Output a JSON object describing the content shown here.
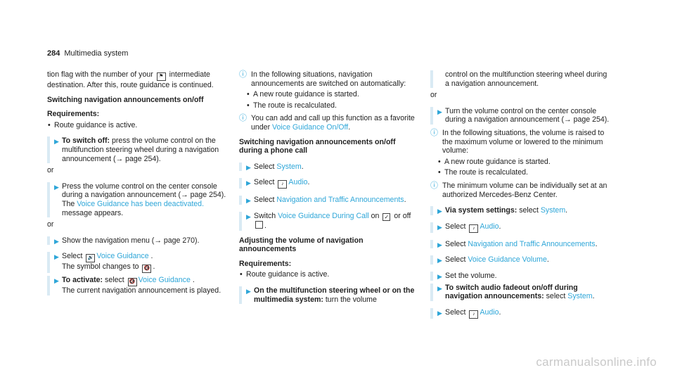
{
  "header": {
    "page_number": "284",
    "section": "Multimedia system"
  },
  "col1": {
    "intro1": "tion flag with the number of your ",
    "intro2": " intermediate destination. After this, route guidance is continued.",
    "h1": "Switching navigation announcements on/off",
    "req_label": "Requirements:",
    "req_item": "Route guidance is active.",
    "s1_bold": "To switch off:",
    "s1_text": " press the volume control on the multifunction steering wheel during a navigation announcement (→ page 254).",
    "or": "or",
    "s2_text": "Press the volume control on the center console during a navigation announcement (→ page 254).",
    "s2_the": "The ",
    "s2_link": "Voice Guidance has been deactivated.",
    "s2_msg": " message appears.",
    "s3_text": "Show the navigation menu (→ page 270).",
    "s4_select": "Select ",
    "s4_link": "Voice Guidance",
    "s4_end": " .",
    "s4_line2": "The symbol changes to ",
    "s5_bold": "To activate:",
    "s5_select": " select ",
    "s5_link": "Voice Guidance",
    "s5_end": " .",
    "s5_line2": "The current navigation announcement is played."
  },
  "col2": {
    "note1": "In the following situations, navigation announcements are switched on automatically:",
    "b1": "A new route guidance is started.",
    "b2": "The route is recalculated.",
    "note2_a": "You can add and call up this function as a favorite under ",
    "note2_link": "Voice Guidance On/Off",
    "note2_end": ".",
    "h2": "Switching navigation announcements on/off during a phone call",
    "s1_a": "Select ",
    "s1_link": "System",
    "s1_end": ".",
    "s2_a": "Select ",
    "s2_link": "Audio",
    "s2_end": ".",
    "s3_a": "Select ",
    "s3_link": "Navigation and Traffic Announcements",
    "s3_end": ".",
    "s4_a": "Switch ",
    "s4_link": "Voice Guidance During Call",
    "s4_on": " on ",
    "s4_or": " or off ",
    "s4_end": ".",
    "h3": "Adjusting the volume of navigation announcements",
    "req_label": "Requirements:",
    "req_item": "Route guidance is active.",
    "s5_bold": "On the multifunction steering wheel or on the multimedia system:",
    "s5_text": " turn the volume"
  },
  "col3": {
    "cont": "control on the multifunction steering wheel during a navigation announcement.",
    "or": "or",
    "s1": "Turn the volume control on the center console during a navigation announcement (→ page 254).",
    "note1": "In the following situations, the volume is raised to the maximum volume or lowered to the minimum volume:",
    "b1": "A new route guidance is started.",
    "b2": "The route is recalculated.",
    "note2": "The minimum volume can be individually set at an authorized Mercedes-Benz Center.",
    "s2_bold": "Via system settings:",
    "s2_a": " select ",
    "s2_link": "System",
    "s2_end": ".",
    "s3_a": "Select ",
    "s3_link": "Audio",
    "s3_end": ".",
    "s4_a": "Select ",
    "s4_link": "Navigation and Traffic Announcements",
    "s4_end": ".",
    "s5_a": "Select ",
    "s5_link": "Voice Guidance Volume",
    "s5_end": ".",
    "s6": "Set the volume.",
    "s7_bold": "To switch audio fadeout on/off during navigation announcements:",
    "s7_a": " select ",
    "s7_link": "System",
    "s7_end": ".",
    "s8_a": "Select ",
    "s8_link": "Audio",
    "s8_end": "."
  },
  "footer": {
    "watermark": "carmanualsonline.info"
  },
  "colors": {
    "link": "#2ea6d8",
    "bar": "#d9eaf4"
  },
  "icons": [
    "flag-icon",
    "speaker-icon",
    "speaker-muted-icon",
    "audio-icon",
    "checkbox-checked-icon",
    "checkbox-empty-icon",
    "arrow-right-icon",
    "info-icon"
  ]
}
